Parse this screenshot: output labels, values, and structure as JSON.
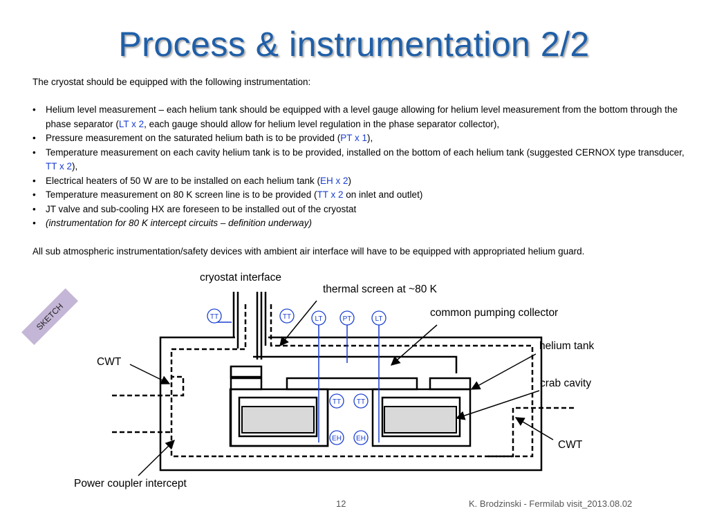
{
  "title": "Process & instrumentation 2/2",
  "intro": "The cryostat should be equipped with the following instrumentation:",
  "bullets": [
    {
      "pre": "Helium level measurement – each helium tank should be equipped with a level gauge allowing for helium level measurement from the bottom through the phase separator (",
      "tag": "LT x 2",
      "post": ", each gauge should allow for helium level regulation in the phase separator collector),"
    },
    {
      "pre": "Pressure measurement on the saturated helium bath is to be provided (",
      "tag": "PT x 1",
      "post": "),"
    },
    {
      "pre": "Temperature measurement on each cavity helium tank is to be provided, installed on the bottom of each helium tank (suggested CERNOX type transducer, ",
      "tag": "TT x 2",
      "post": "),"
    },
    {
      "pre": "Electrical heaters of 50 W are to be installed on each helium tank (",
      "tag": "EH x 2",
      "post": ")"
    },
    {
      "pre": "Temperature measurement on 80 K screen line is to be provided (",
      "tag": "TT x 2",
      "post": " on inlet and outlet)"
    },
    {
      "text": "JT valve and sub-cooling HX are foreseen to be installed out of the cryostat"
    },
    {
      "text": "(instrumentation for 80 K intercept circuits – definition underway)"
    }
  ],
  "note": "All sub atmospheric instrumentation/safety devices with ambient air interface will have to be equipped with appropriated helium guard.",
  "sketch_badge": "SKETCH",
  "labels": {
    "cryostat_interface": "cryostat interface",
    "thermal_screen": "thermal screen at ~80 K",
    "pumping_collector": "common pumping collector",
    "helium_tank": "helium tank",
    "crab_cavity": "crab cavity",
    "cwt_left": "CWT",
    "cwt_right": "CWT",
    "power_coupler": "Power coupler intercept"
  },
  "instruments": {
    "tt_top_left": "TT",
    "tt_top_right": "TT",
    "lt_left": "LT",
    "pt": "PT",
    "lt_right": "LT",
    "tt_mid_left": "TT",
    "tt_mid_right": "TT",
    "eh_left": "EH",
    "eh_right": "EH"
  },
  "footer": {
    "page": "12",
    "source": "K. Brodzinski - Fermilab visit_2013.08.02"
  },
  "colors": {
    "title": "#1f5fa8",
    "instrument": "#1a3fd0",
    "sketch_badge": "#c4b6d6",
    "cavity_fill": "#d9d9d9"
  }
}
